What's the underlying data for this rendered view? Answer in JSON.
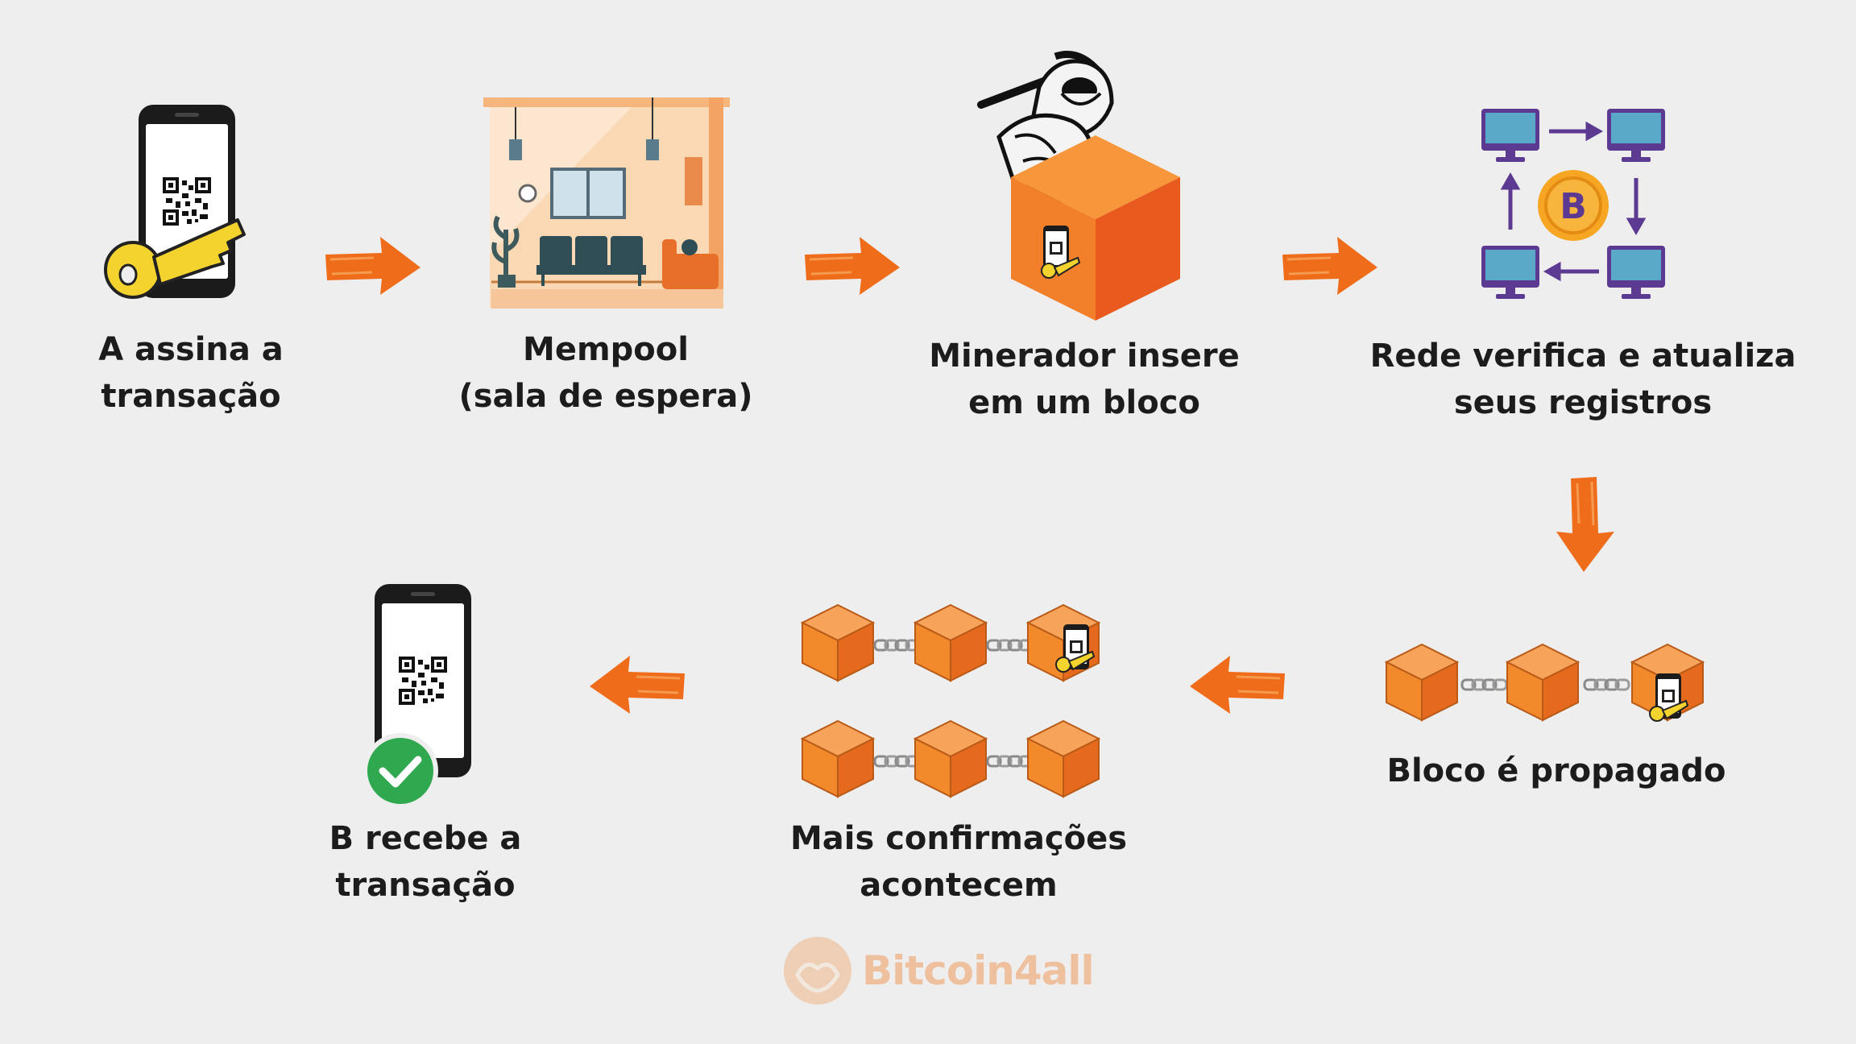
{
  "steps": {
    "sign": {
      "line1": "A assina a",
      "line2": "transação"
    },
    "mempool": {
      "line1": "Mempool",
      "line2": "(sala de espera)"
    },
    "miner": {
      "line1": "Minerador insere",
      "line2": "em um bloco"
    },
    "network": {
      "line1": "Rede verifica e atualiza",
      "line2": "seus registros"
    },
    "propagated": {
      "line1": "Bloco é propagado"
    },
    "confirmations": {
      "line1": "Mais confirmações",
      "line2": "acontecem"
    },
    "receive": {
      "line1": "B recebe a",
      "line2": "transação"
    }
  },
  "watermark": {
    "text": "Bitcoin4all"
  },
  "icons": {
    "bitcoin_symbol": "B"
  },
  "colors": {
    "arrow": "#ef6c1a",
    "block_front": "#f28a2c",
    "block_side": "#e9681e",
    "block_top": "#f7a45a",
    "network_arrow": "#5c3a91",
    "monitor": "#5aa9c9",
    "check": "#2fa84f",
    "key": "#f5d32e"
  }
}
